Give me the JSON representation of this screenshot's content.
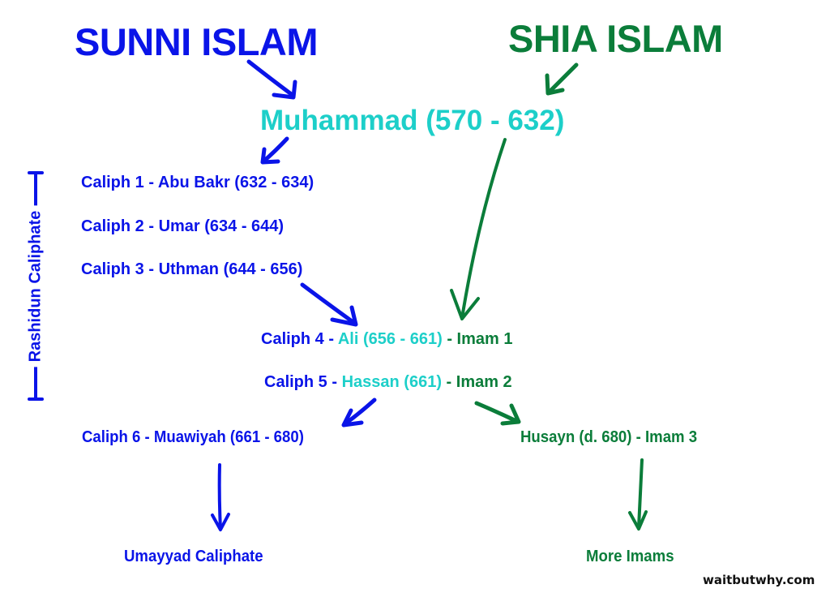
{
  "headings": {
    "sunni": "SUNNI ISLAM",
    "shia": "SHIA ISLAM"
  },
  "prophet": "Muhammad (570 - 632)",
  "rashidun_label": "Rashidun Caliphate",
  "caliphs": [
    {
      "label": "Caliph 1 - Abu Bakr (632 - 634)"
    },
    {
      "label": "Caliph 2 - Umar (634 - 644)"
    },
    {
      "label": "Caliph 3 - Uthman (644 - 656)"
    }
  ],
  "shared": [
    {
      "caliph": "Caliph 4",
      "sep1": " - ",
      "name": "Ali (656 - 661)",
      "imam": " - Imam 1"
    },
    {
      "caliph": "Caliph 5",
      "sep1": " - ",
      "name": "Hassan (661)",
      "imam": " - Imam 2"
    }
  ],
  "branches": {
    "sunni_next": "Caliph 6 - Muawiyah (661 - 680)",
    "shia_next": "Husayn (d. 680) - Imam 3",
    "sunni_end": "Umayyad Caliphate",
    "shia_end": "More Imams"
  },
  "credit": "waitbutwhy.com",
  "colors": {
    "sunni_blue": "#0a14e8",
    "shia_green": "#0b7d3a",
    "shared_cyan": "#1dcfc9"
  }
}
